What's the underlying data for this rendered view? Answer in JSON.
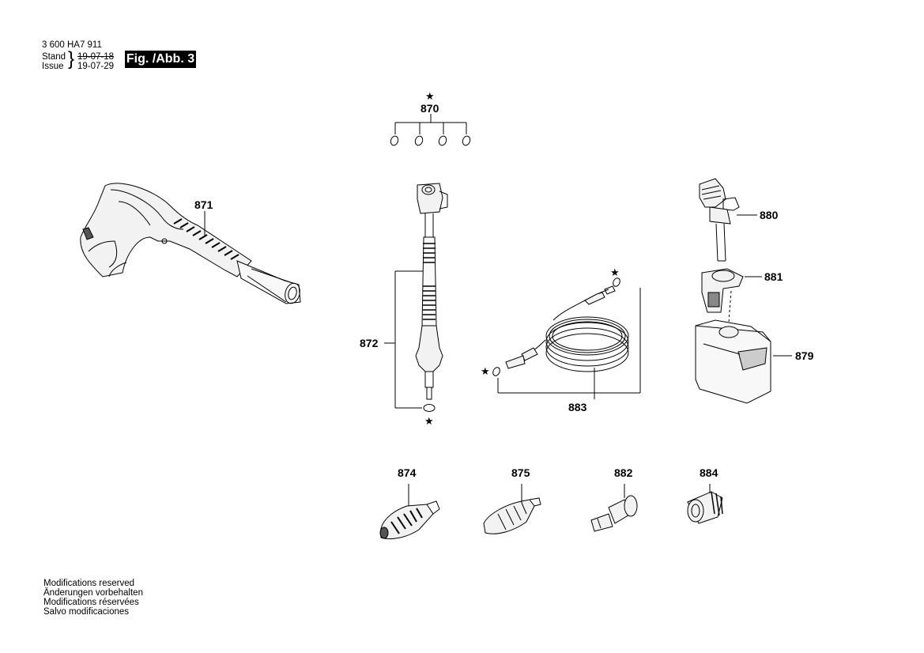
{
  "header": {
    "doc_number": "3 600 HA7 911",
    "stand_label": "Stand",
    "issue_label": "Issue",
    "stand_date": "19-07-18",
    "issue_date": "19-07-29",
    "figure_label": "Fig. /Abb. 3"
  },
  "callouts": {
    "p870": "870",
    "p871": "871",
    "p872": "872",
    "p874": "874",
    "p875": "875",
    "p879": "879",
    "p880": "880",
    "p881": "881",
    "p882": "882",
    "p883": "883",
    "p884": "884"
  },
  "star_marker": "★",
  "footer": {
    "lines": [
      "Modifications reserved",
      "Änderungen vorbehalten",
      "Modifications réservées",
      "Salvo modificaciones"
    ]
  },
  "icons": [
    "spray-gun-icon",
    "lance-icon",
    "o-ring-icon",
    "hose-icon",
    "detergent-bottle-icon",
    "nozzle-icon",
    "adapter-icon"
  ]
}
